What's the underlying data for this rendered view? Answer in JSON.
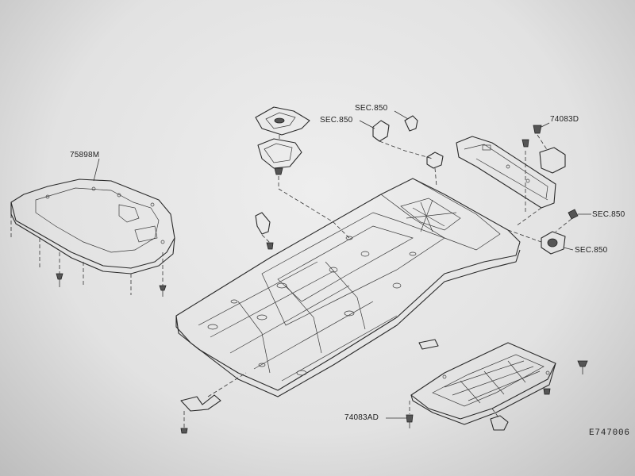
{
  "labels": {
    "front_cover": "75898M",
    "sec_top_a": "SEC.850",
    "sec_top_b": "SEC.850",
    "clip_top": "74083D",
    "sec_right_a": "SEC.850",
    "sec_right_b": "SEC.850",
    "rear_clip": "74083AD"
  },
  "diagram_code": "E747006"
}
